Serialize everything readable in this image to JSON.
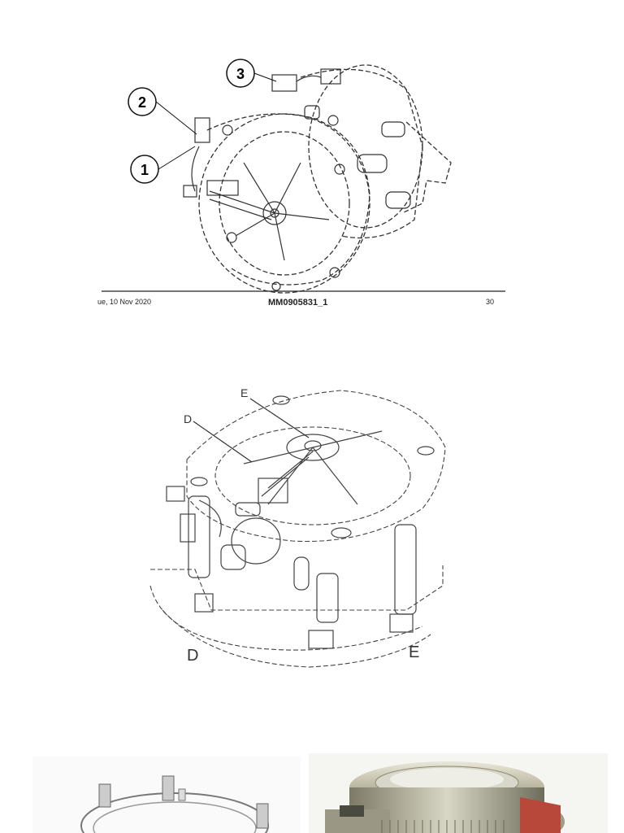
{
  "figure1": {
    "callouts": [
      "1",
      "2",
      "3"
    ],
    "footer": {
      "date": "ue, 10 Nov 2020",
      "doc_id": "MM0905831_1",
      "page": "30"
    }
  },
  "figure2": {
    "labels": {
      "D_top": "D",
      "E_top": "E",
      "D_bottom": "D",
      "E_bottom": "E"
    }
  }
}
